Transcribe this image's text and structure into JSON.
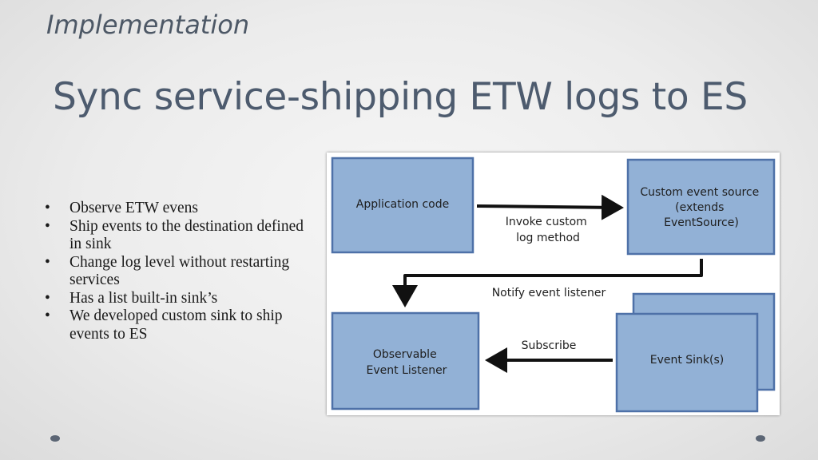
{
  "section_label": "Implementation",
  "title": "Sync service-shipping ETW logs to ES",
  "bullets": [
    {
      "marker": "•",
      "text": "Observe ETW evens"
    },
    {
      "marker": "•",
      "text": "Ship events to the destination defined in sink"
    },
    {
      "marker": "•",
      "text": "Change log level without restarting services"
    },
    {
      "marker": "•",
      "text": "Has a list built-in sink’s"
    },
    {
      "marker": "•",
      "text": "We developed custom sink to ship events to ES"
    }
  ],
  "diagram": {
    "box_color": "#92b1d6",
    "box_border": "#4e71a8",
    "boxes": {
      "application_code": [
        "Application code"
      ],
      "custom_event_source": [
        "Custom event source",
        "(extends",
        "EventSource)"
      ],
      "observable_listener": [
        "Observable",
        "Event Listener"
      ],
      "event_sinks": [
        "Event Sink(s)"
      ]
    },
    "arrows": {
      "invoke": [
        "Invoke custom",
        "log method"
      ],
      "notify": [
        "Notify event listener"
      ],
      "subscribe": [
        "Subscribe"
      ]
    }
  }
}
